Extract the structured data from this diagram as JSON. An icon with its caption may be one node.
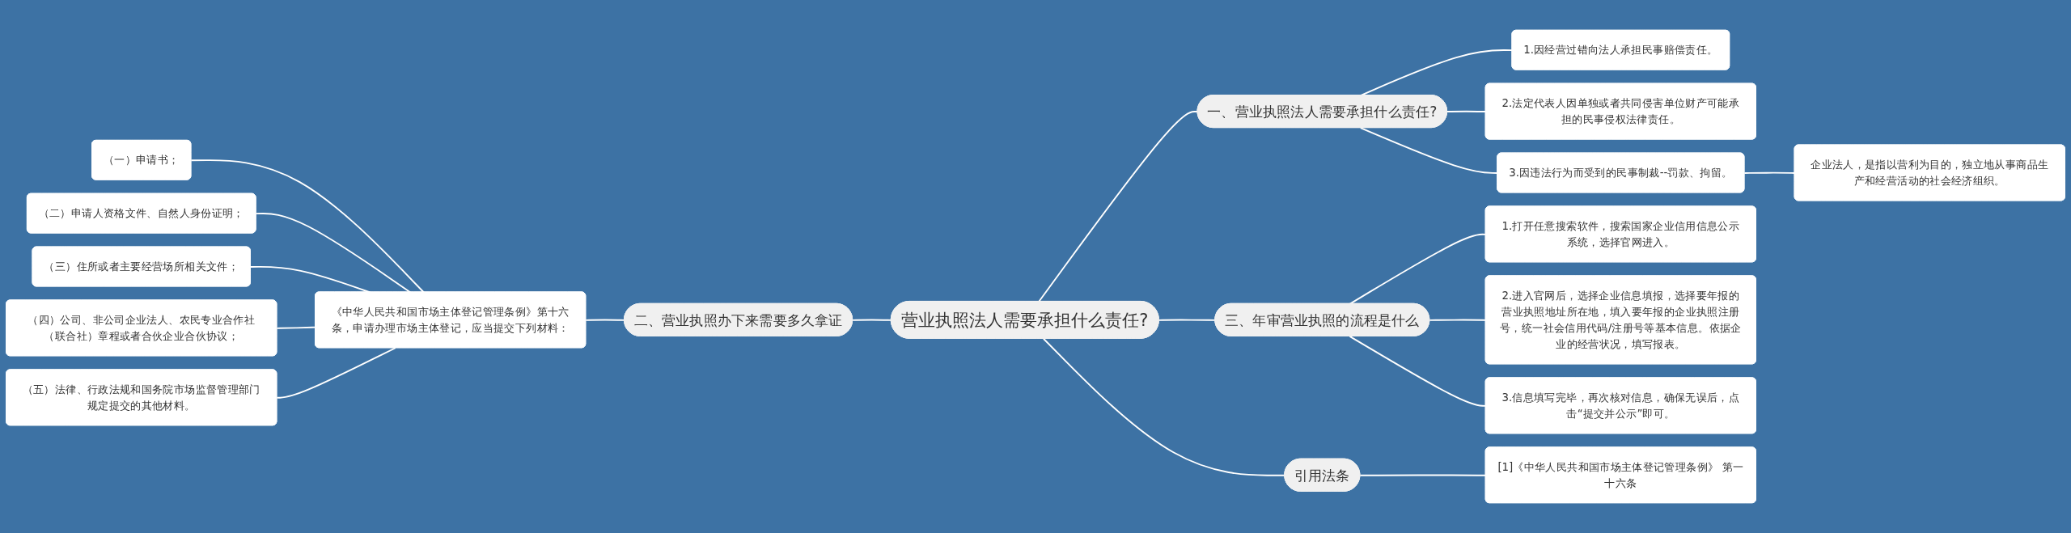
{
  "diagram": {
    "nodes": [
      {
        "text": [
          "营业执照法人需要承担什么责任?"
        ]
      },
      {
        "text": [
          "一、营业执照法人需要承担什么责任?"
        ]
      },
      {
        "text": [
          "1.因经营过错向法人承担民事赔偿责任。"
        ]
      },
      {
        "text": [
          "2.法定代表人因单独或者共同侵害单位财产可能承担的民事侵权法律责任。"
        ]
      },
      {
        "text": [
          "3.因违法行为而受到的民事制裁--罚款、拘留。"
        ]
      },
      {
        "text": [
          "企业法人，是指以营利为目的，独立地从事商品生产和经营活动的社会经济组织。"
        ]
      },
      {
        "text": [
          "二、营业执照办下来需要多久拿证"
        ]
      },
      {
        "text": [
          "《中华人民共和国市场主体登记管理条例》第十六条，申请办理市场主体登记，应当提交下列材料："
        ]
      },
      {
        "text": [
          "（一）申请书；"
        ]
      },
      {
        "text": [
          "（二）申请人资格文件、自然人身份证明；"
        ]
      },
      {
        "text": [
          "（三）住所或者主要经营场所相关文件；"
        ]
      },
      {
        "text": [
          "（四）公司、非公司企业法人、农民专业合作社（联合社）章程或者合伙企业合伙协议；"
        ]
      },
      {
        "text": [
          "（五）法律、行政法规和国务院市场监督管理部门规定提交的其他材料。"
        ]
      },
      {
        "text": [
          "三、年审营业执照的流程是什么"
        ]
      },
      {
        "text": [
          "1.打开任意搜索软件，搜索国家企业信用信息公示系统，选择官网进入。"
        ]
      },
      {
        "text": [
          "2.进入官网后，选择企业信息填报，选择要年报的营业执照地址所在地，填入要年报的企业执照注册号，统一社会信用代码/注册号等基本信息。依据企业的经营状况，填写报表。"
        ]
      },
      {
        "text": [
          "3.信息填写完毕，再次核对信息，确保无误后，点击“提交并公示”即可。"
        ]
      },
      {
        "text": [
          "引用法条"
        ]
      },
      {
        "text": [
          "[1]《中华人民共和国市场主体登记管理条例》 第一十六条"
        ]
      }
    ],
    "edges": [
      {
        "from": 0,
        "to": 1,
        "arrow": "none"
      },
      {
        "from": 1,
        "to": 2,
        "arrow": "none"
      },
      {
        "from": 1,
        "to": 3,
        "arrow": "none"
      },
      {
        "from": 1,
        "to": 4,
        "arrow": "none"
      },
      {
        "from": 4,
        "to": 5,
        "arrow": "none"
      },
      {
        "from": 6,
        "to": 0,
        "arrow": "none"
      },
      {
        "from": 7,
        "to": 6,
        "arrow": "none"
      },
      {
        "from": 8,
        "to": 7,
        "arrow": "none"
      },
      {
        "from": 9,
        "to": 7,
        "arrow": "none"
      },
      {
        "from": 10,
        "to": 7,
        "arrow": "none"
      },
      {
        "from": 11,
        "to": 7,
        "arrow": "none"
      },
      {
        "from": 12,
        "to": 7,
        "arrow": "none"
      },
      {
        "from": 0,
        "to": 13,
        "arrow": "none"
      },
      {
        "from": 13,
        "to": 14,
        "arrow": "none"
      },
      {
        "from": 13,
        "to": 15,
        "arrow": "none"
      },
      {
        "from": 13,
        "to": 16,
        "arrow": "none"
      },
      {
        "from": 0,
        "to": 17,
        "arrow": "none"
      },
      {
        "from": 17,
        "to": 18,
        "arrow": "none"
      }
    ]
  }
}
